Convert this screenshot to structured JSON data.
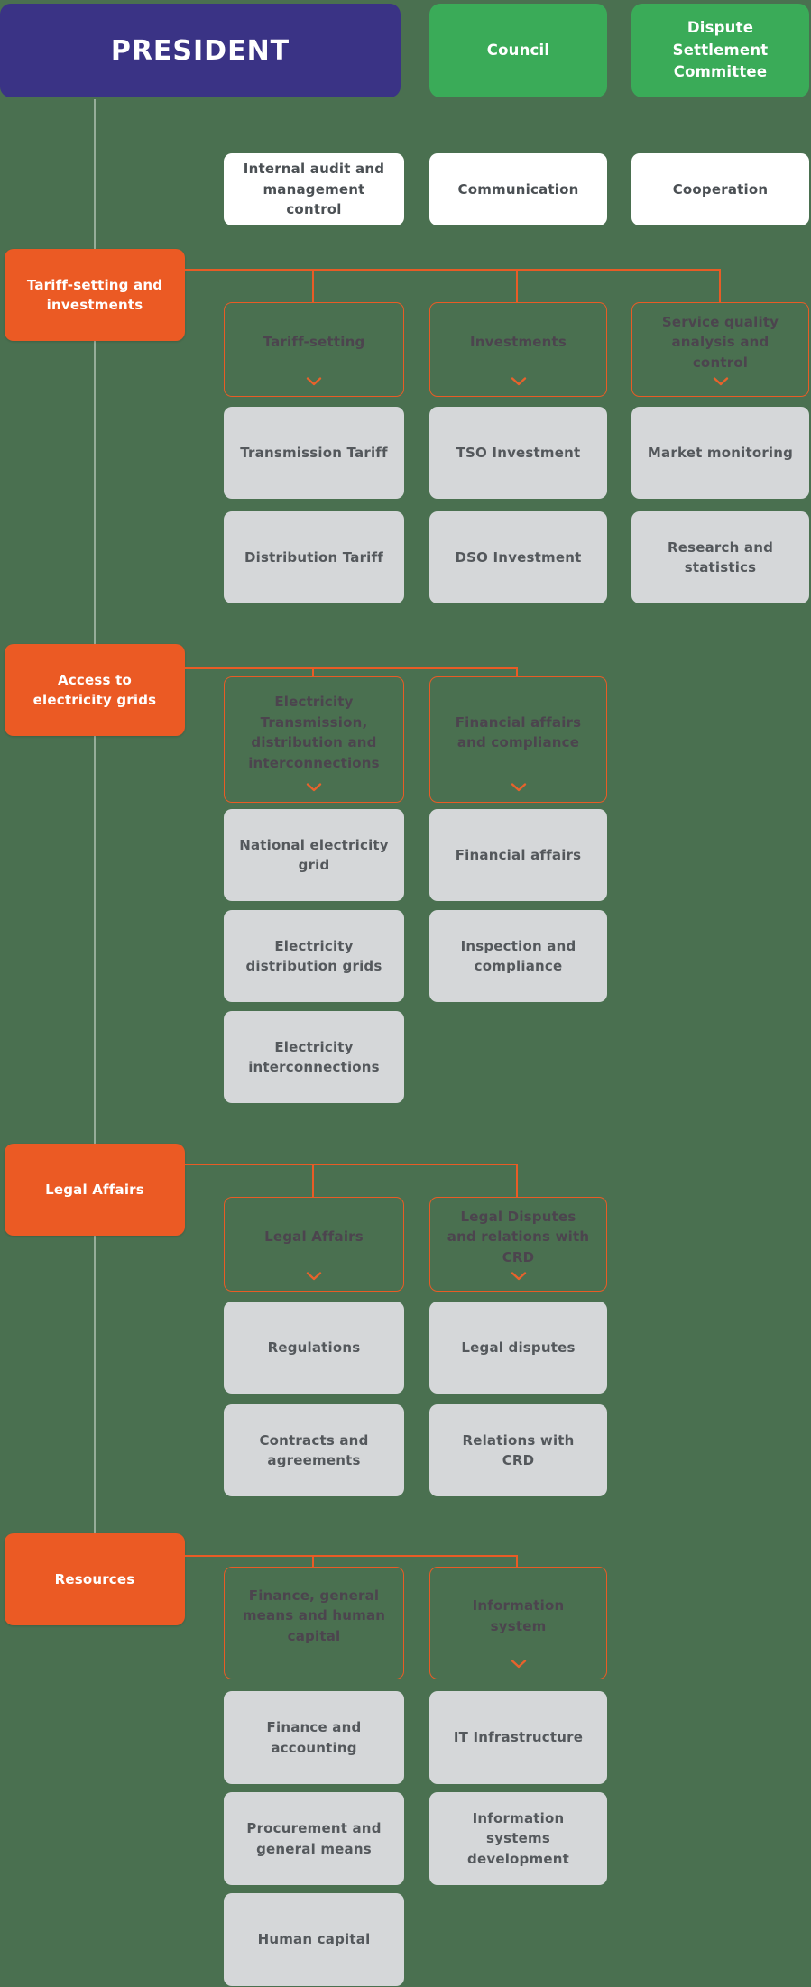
{
  "top_row": {
    "president": "PRESIDENT",
    "council": "Council",
    "dispute_committee": "Dispute Settlement Committee"
  },
  "staff_row": {
    "internal_audit": "Internal audit and management control",
    "communication": "Communication",
    "cooperation": "Cooperation"
  },
  "sections": [
    {
      "title": "Tariff-setting and investments",
      "columns": [
        {
          "head": "Tariff-setting",
          "chevron": true,
          "children": [
            "Transmission Tariff",
            "Distribution Tariff"
          ]
        },
        {
          "head": "Investments",
          "chevron": true,
          "children": [
            "TSO Investment",
            "DSO Investment"
          ]
        },
        {
          "head": "Service quality analysis and control",
          "chevron": true,
          "children": [
            "Market monitoring",
            "Research and statistics"
          ]
        }
      ]
    },
    {
      "title": "Access to electricity grids",
      "columns": [
        {
          "head": "Electricity Transmission, distribution and interconnections",
          "chevron": true,
          "children": [
            "National electricity grid",
            "Electricity distribution grids",
            "Electricity interconnections"
          ]
        },
        {
          "head": "Financial affairs and compliance",
          "chevron": true,
          "children": [
            "Financial affairs",
            "Inspection and compliance"
          ]
        }
      ]
    },
    {
      "title": "Legal Affairs",
      "columns": [
        {
          "head": "Legal Affairs",
          "chevron": true,
          "children": [
            "Regulations",
            "Contracts and agreements"
          ]
        },
        {
          "head": "Legal Disputes and relations with CRD",
          "chevron": true,
          "children": [
            "Legal disputes",
            "Relations with CRD"
          ]
        }
      ]
    },
    {
      "title": "Resources",
      "columns": [
        {
          "head": "Finance, general means and human capital",
          "chevron": false,
          "children": [
            "Finance and accounting",
            "Procurement and general means",
            "Human capital"
          ]
        },
        {
          "head": "Information system",
          "chevron": true,
          "children": [
            "IT Infrastructure",
            "Information systems development"
          ]
        }
      ]
    }
  ],
  "colors": {
    "background": "#4A7050",
    "president_box": "#3A3385",
    "committee_box": "#3AAB58",
    "section_header": "#EB5A24",
    "connector_line": "#E85C26",
    "trunk_line_gray": "#E2E9E2",
    "leaf_box": "#D5D7D9",
    "leaf_text": "#54585C",
    "outline_text": "#4C444E",
    "chevron": "#E8622C"
  },
  "icons": {
    "chevron_down": "chevron-down-icon"
  }
}
